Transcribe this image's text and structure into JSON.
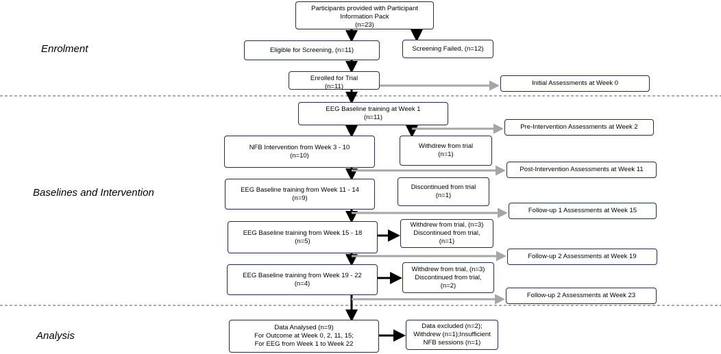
{
  "phases": {
    "enrolment": "Enrolment",
    "baselines": "Baselines and Intervention",
    "analysis": "Analysis"
  },
  "boxes": {
    "participants": [
      "Participants provided with Participant",
      "Information Pack",
      "(n=23)"
    ],
    "eligible": [
      "Eligible for Screening, (n=11)"
    ],
    "screening_failed": [
      "Screening Failed, (n=12)"
    ],
    "enrolled": [
      "Enrolled for Trial",
      "(n=11)"
    ],
    "initial_assessments": [
      "Initial Assessments at Week 0"
    ],
    "eeg_week1": [
      "EEG Baseline training at Week 1",
      "(n=11)"
    ],
    "pre_intervention": [
      "Pre-Intervention Assessments at Week 2"
    ],
    "nfb": [
      "NFB Intervention from Week 3 - 10",
      "(n=10)"
    ],
    "withdrew1": [
      "Withdrew from trial",
      "(n=1)"
    ],
    "post_intervention": [
      "Post-Intervention Assessments at Week 11"
    ],
    "eeg_11_14": [
      "EEG Baseline training from Week 11 - 14",
      "(n=9)"
    ],
    "discontinued1": [
      "Discontinued from trial",
      "(n=1)"
    ],
    "followup1": [
      "Follow-up 1 Assessments at Week 15"
    ],
    "eeg_15_18": [
      "EEG Baseline training from Week 15 - 18",
      "(n=5)"
    ],
    "withdrew_disc_1": [
      "Withdrew from trial, (n=3)",
      "Discontinued from trial,",
      "(n=1)"
    ],
    "followup2_19": [
      "Follow-up 2 Assessments at Week 19"
    ],
    "eeg_19_22": [
      "EEG Baseline training from Week 19 - 22",
      "(n=4)"
    ],
    "withdrew_disc_2": [
      "Withdrew from trial, (n=3)",
      "Discontinued from trial,",
      "(n=2)"
    ],
    "followup2_23": [
      "Follow-up 2 Assessments at Week 23"
    ],
    "data_analysed": [
      "Data Analysed (n=9)",
      "For Outcome at Week 0, 2, 11, 15;",
      "For EEG from Week 1 to Week 22"
    ],
    "data_excluded": [
      "Data excluded (n=2);",
      "Withdrew (n=1);Insufficient",
      "NFB sessions (n=1)"
    ]
  },
  "colors": {
    "box_border": "#1f2d4a",
    "main_arrow": "#000000",
    "side_arrow": "#a6a6a6",
    "divider": "#555555"
  }
}
